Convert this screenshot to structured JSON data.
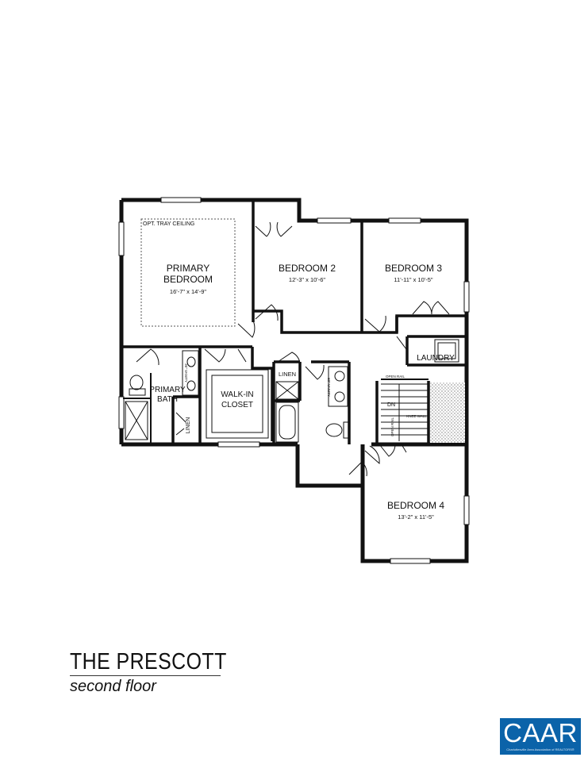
{
  "plan": {
    "tray_ceiling": "OPT. TRAY CEILING",
    "primary_bedroom_line1": "PRIMARY",
    "primary_bedroom_line2": "BEDROOM",
    "primary_bedroom_size": "16'-7\" x 14'-9\"",
    "bedroom2_name": "BEDROOM 2",
    "bedroom2_size": "12'-3\" x 10'-6\"",
    "bedroom3_name": "BEDROOM 3",
    "bedroom3_size": "11'-11\" x 10'-5\"",
    "bedroom4_name": "BEDROOM 4",
    "bedroom4_size": "13'-2\" x 11'-5\"",
    "laundry": "LAUNDRY",
    "primary_bath_line1": "PRIMARY",
    "primary_bath_line2": "BATH",
    "walkin_line1": "WALK-IN",
    "walkin_line2": "CLOSET",
    "linen_hall": "LINEN",
    "linen_bath": "LINEN",
    "vanity_primary": "36\" VANITY",
    "vanity_hall": "60\" VANITY",
    "open_rail_top": "OPEN RAIL",
    "open_rail_side": "OPEN RAIL",
    "knee_wall": "KNEE WALL",
    "down": "DN"
  },
  "title": "THE PRESCOTT",
  "subtitle": "second floor",
  "logo": {
    "text": "CAAR",
    "subtext": "Charlottesville Area Association of REALTORS®"
  }
}
